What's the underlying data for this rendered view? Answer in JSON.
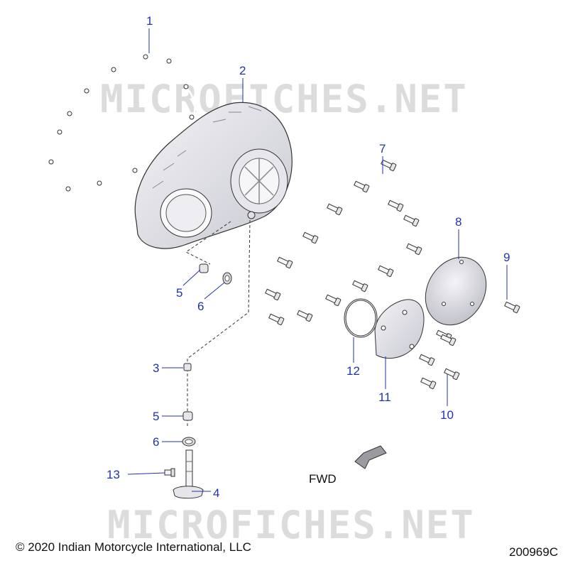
{
  "watermark": "MICROFICHES.NET",
  "callouts": [
    "1",
    "2",
    "3",
    "4",
    "5",
    "6",
    "7",
    "8",
    "9",
    "10",
    "11",
    "12",
    "13",
    "5",
    "6"
  ],
  "fwd_label": "FWD",
  "copyright": "© 2020 Indian Motorcycle International, LLC",
  "diagram_id": "200969C",
  "colors": {
    "callout": "#2233aa",
    "watermark": "#dcdcdc",
    "line": "#333333"
  }
}
